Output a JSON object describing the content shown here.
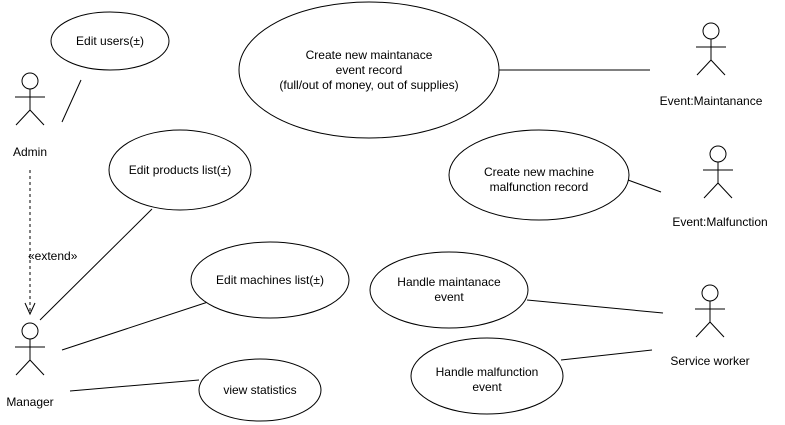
{
  "actors": [
    {
      "id": "admin",
      "label": "Admin"
    },
    {
      "id": "manager",
      "label": "Manager"
    },
    {
      "id": "maintenance",
      "label": "Event:Maintanance"
    },
    {
      "id": "malfunction",
      "label": "Event:Malfunction"
    },
    {
      "id": "service",
      "label": "Service worker"
    }
  ],
  "use_cases": [
    {
      "id": "edit-users",
      "lines": [
        "Edit users(±)"
      ]
    },
    {
      "id": "edit-products",
      "lines": [
        "Edit products list(±)"
      ]
    },
    {
      "id": "edit-machines",
      "lines": [
        "Edit machines list(±)"
      ]
    },
    {
      "id": "view-statistics",
      "lines": [
        "view statistics"
      ]
    },
    {
      "id": "create-maintenance",
      "lines": [
        "Create new maintanace",
        "event record",
        "(full/out of money, out of supplies)"
      ]
    },
    {
      "id": "create-malfunction",
      "lines": [
        "Create new machine",
        "malfunction record"
      ]
    },
    {
      "id": "handle-maintenance",
      "lines": [
        "Handle maintanace",
        "event"
      ]
    },
    {
      "id": "handle-malfunction",
      "lines": [
        "Handle malfunction",
        "event"
      ]
    }
  ],
  "relations": {
    "extend_label": "«extend»"
  }
}
